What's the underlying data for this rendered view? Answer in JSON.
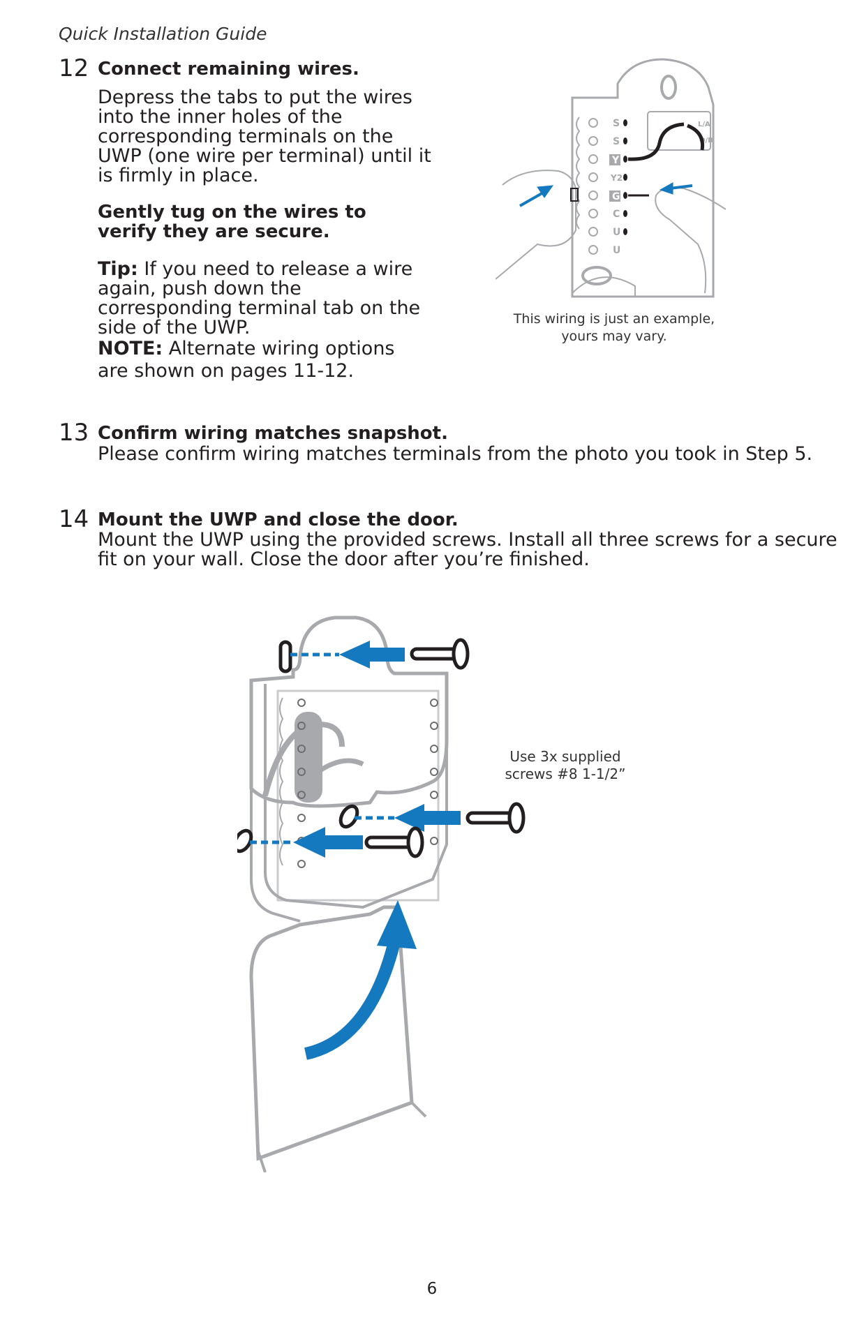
{
  "header": {
    "title": "Quick Installation Guide"
  },
  "step12": {
    "number": "12",
    "heading": "Connect remaining wires.",
    "paragraph1": "Depress the tabs to put the wires into the inner holes of the corresponding terminals on the UWP (one wire per terminal) until it is firmly in place.",
    "warning": "Gently tug on the wires to verify they are secure.",
    "tip_label": "Tip:",
    "tip_text": " If you need to release a wire again, push down the corresponding terminal tab on the side of the UWP.",
    "note_label": "NOTE:",
    "note_text": " Alternate wiring options are shown on pages 11-12.",
    "figure_caption_line1": "This wiring is just an example,",
    "figure_caption_line2": "yours may vary.",
    "terminal_labels": [
      "S",
      "S",
      "Y",
      "Y2",
      "G",
      "C",
      "U",
      "U"
    ],
    "side_label_la": "L/A",
    "side_label_o": "O/B"
  },
  "step13": {
    "number": "13",
    "heading": "Confirm wiring matches snapshot.",
    "text": "Please confirm wiring matches terminals from the photo you took in Step 5."
  },
  "step14": {
    "number": "14",
    "heading": "Mount the UWP and close the door.",
    "text_line1": "Mount the UWP using the provided screws. Install all three screws for a secure",
    "text_line2": "fit on your wall. Close the door after you’re finished.",
    "screw_note_line1": "Use 3x supplied",
    "screw_note_line2": "screws #8 1-1/2”"
  },
  "page_number": "6",
  "colors": {
    "accent_blue": "#1479bf",
    "line_gray": "#a7a9ac",
    "text": "#231f20"
  }
}
